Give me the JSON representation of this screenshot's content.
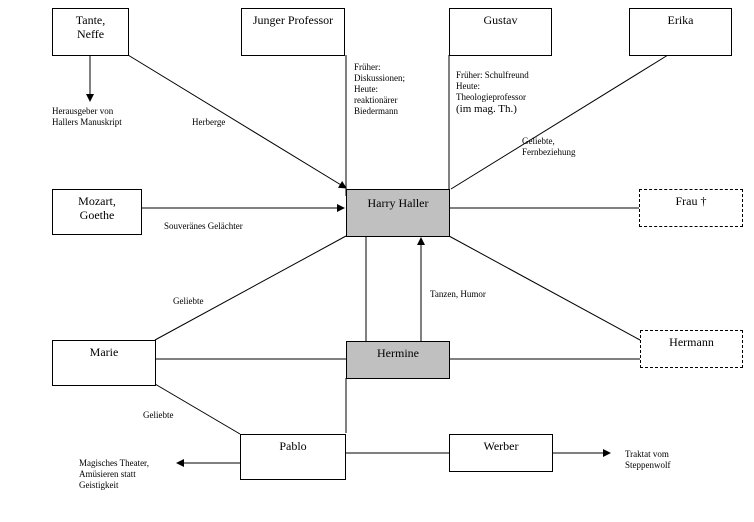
{
  "nodes": {
    "tante": "Tante,\nNeffe",
    "junger_professor": "Junger Professor",
    "gustav": "Gustav",
    "erika": "Erika",
    "mozart": "Mozart,\nGoethe",
    "harry": "Harry Haller",
    "frau": "Frau †",
    "marie": "Marie",
    "hermine": "Hermine",
    "hermann": "Hermann",
    "pablo": "Pablo",
    "werber": "Werber"
  },
  "labels": {
    "herausgeber": [
      "Herausgeber von",
      "Hallers Manuskript"
    ],
    "herberge": [
      "Herberge"
    ],
    "professor_info": [
      "Früher:",
      "Diskussionen;",
      "Heute:",
      "reaktionärer",
      "Biedermann"
    ],
    "gustav_info": [
      "Früher: Schulfreund",
      "Heute:",
      "Theologieprofessor"
    ],
    "gustav_info_big": "(im mag. Th.)",
    "erika_info": [
      "Geliebte,",
      "Fernbeziehung"
    ],
    "mozart_info": [
      "Souveränes Gelächter"
    ],
    "marie_harry": [
      "Geliebte"
    ],
    "tanzen": [
      "Tanzen, Humor"
    ],
    "marie_pablo": [
      "Geliebte"
    ],
    "magisches": [
      "Magisches Theater,",
      "Amüsieren statt",
      "Geistigkeit"
    ],
    "traktat": [
      "Traktat vom",
      "Steppenwolf"
    ]
  }
}
